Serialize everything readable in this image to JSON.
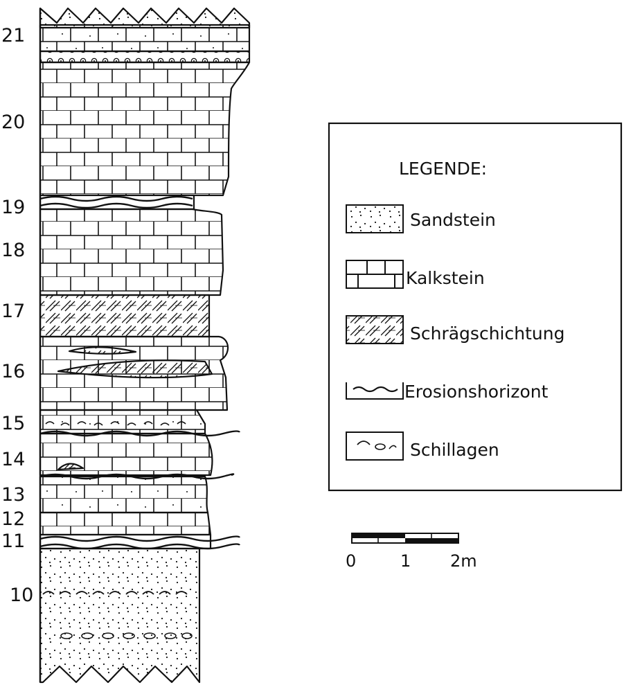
{
  "bed_numbers": [
    "21",
    "20",
    "19",
    "18",
    "17",
    "16",
    "15",
    "14",
    "13",
    "12",
    "11",
    "10"
  ],
  "legend": {
    "title": "LEGENDE:",
    "items": [
      {
        "key": "sandstein",
        "label": "Sandstein"
      },
      {
        "key": "kalkstein",
        "label": "Kalkstein"
      },
      {
        "key": "schraeg",
        "label": "Schrägschichtung"
      },
      {
        "key": "erosion",
        "label": "Erosionshorizont"
      },
      {
        "key": "schill",
        "label": "Schillagen"
      }
    ]
  },
  "scale": {
    "ticks": [
      "0",
      "1",
      "2m"
    ]
  },
  "colors": {
    "ink": "#111111",
    "paper": "#ffffff"
  }
}
